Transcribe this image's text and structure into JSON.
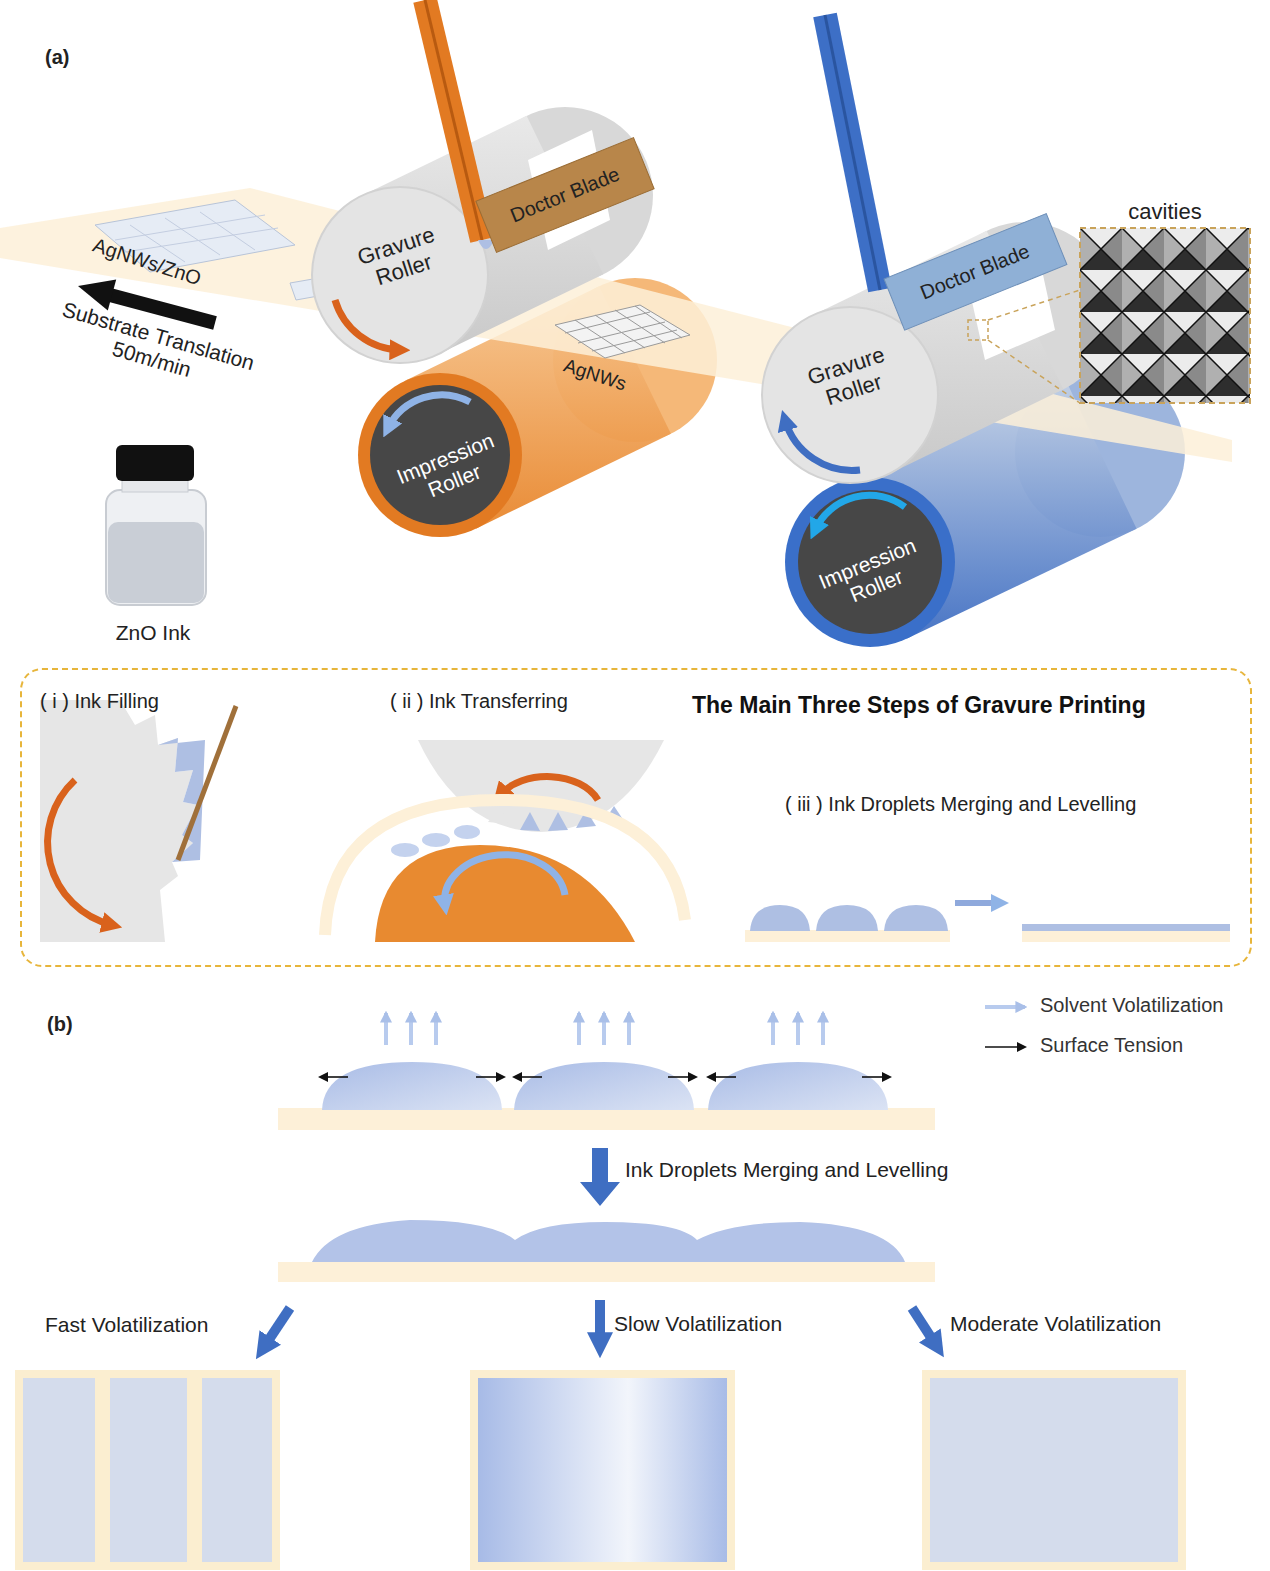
{
  "diagram": {
    "nodes": [
      {
        "text": [
          "The Main Three Steps of Gravure Printing"
        ]
      }
    ],
    "labels": [
      "(a)",
      "Doctor Blade",
      "Gravure Roller",
      "Impression Roller",
      "AgNWs/ZnO",
      "Substrate Translation 50m/min",
      "AgNWs",
      "ZnO Ink",
      "Doctor Blade",
      "cavities",
      "Gravure Roller",
      "Impression Roller",
      "( i ) Ink Filling",
      "( ii ) Ink Transferring",
      "( iii ) Ink Droplets Merging and Levelling",
      "(b)",
      "Ink Droplets Merging and Levelling",
      "Fast Volatilization",
      "Slow Volatilization",
      "Moderate Volatilization"
    ],
    "legend": [
      {
        "text": "Solvent Volatilization"
      },
      {
        "text": "Surface Tension"
      }
    ]
  }
}
